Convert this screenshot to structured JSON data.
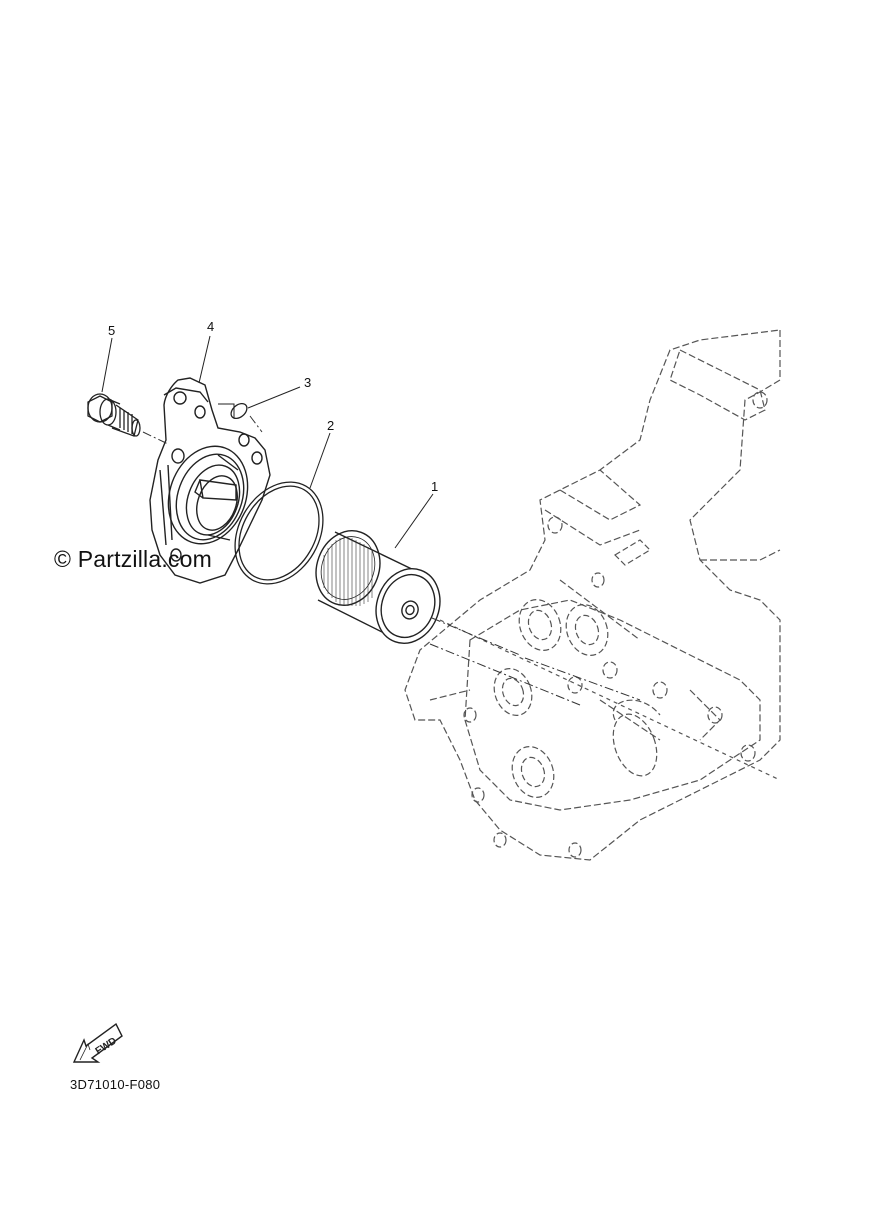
{
  "callouts": {
    "c1": "1",
    "c2": "2",
    "c3": "3",
    "c4": "4",
    "c5": "5"
  },
  "watermark": "© Partzilla.com",
  "fwd_label": "FWD",
  "diagram_code": "3D71010-F080",
  "colors": {
    "line": "#222222",
    "engine_line": "#555555",
    "background": "#ffffff"
  }
}
